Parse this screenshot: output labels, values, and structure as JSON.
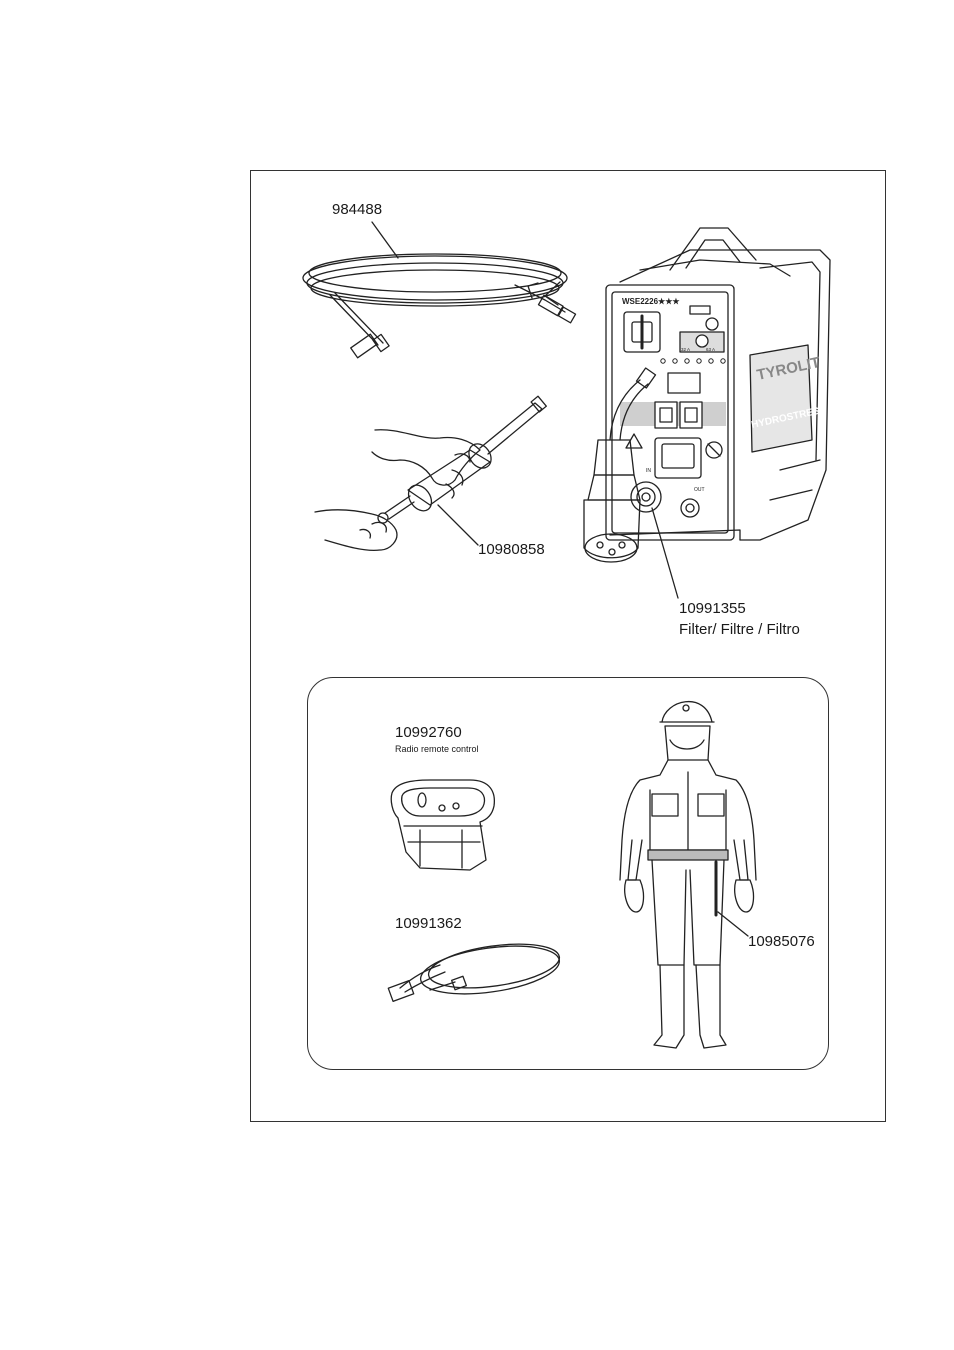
{
  "parts": {
    "hose": {
      "number": "984488"
    },
    "extractor_tool": {
      "number": "10980858"
    },
    "filter": {
      "number": "10991355",
      "caption": "Filter/ Filtre / Filtro"
    },
    "radio_remote": {
      "number": "10992760",
      "caption": "Radio remote control"
    },
    "cable": {
      "number": "10991362"
    },
    "protective_suit": {
      "number": "10985076"
    }
  },
  "machine": {
    "model_label": "WSE2226★★★",
    "brand_top": "TYROLIT",
    "brand_bottom": "HYDROSTRESS",
    "current_a": "32 A",
    "current_b": "63 A",
    "port_in": "IN",
    "port_out": "OUT"
  }
}
